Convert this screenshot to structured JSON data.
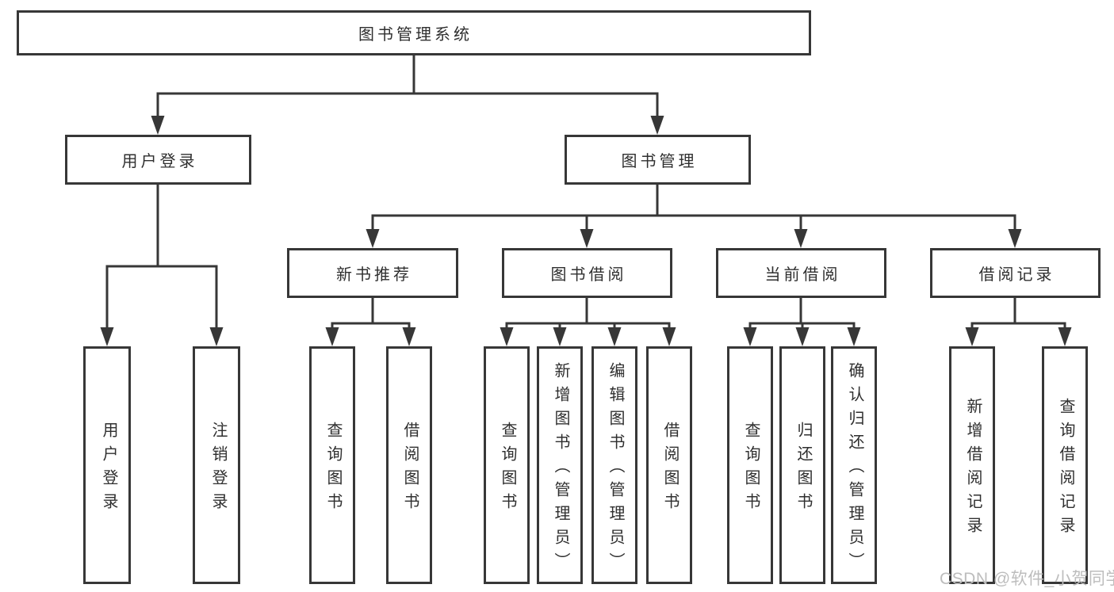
{
  "root": {
    "label": "图书管理系统"
  },
  "branches": [
    {
      "label": "用户登录",
      "children": [
        {
          "label": "用户登录"
        },
        {
          "label": "注销登录"
        }
      ]
    },
    {
      "label": "图书管理",
      "groups": [
        {
          "label": "新书推荐",
          "children": [
            {
              "label": "查询图书"
            },
            {
              "label": "借阅图书"
            }
          ]
        },
        {
          "label": "图书借阅",
          "children": [
            {
              "label": "查询图书"
            },
            {
              "label": "新增图书（管理员）"
            },
            {
              "label": "编辑图书（管理员）"
            },
            {
              "label": "借阅图书"
            }
          ]
        },
        {
          "label": "当前借阅",
          "children": [
            {
              "label": "查询图书"
            },
            {
              "label": "归还图书"
            },
            {
              "label": "确认归还（管理员）"
            }
          ]
        },
        {
          "label": "借阅记录",
          "children": [
            {
              "label": "新增借阅记录"
            },
            {
              "label": "查询借阅记录"
            }
          ]
        }
      ]
    }
  ],
  "watermark": {
    "text": "CSDN @软件_小贺同学"
  },
  "colors": {
    "line": "#373737",
    "box_border": "#373737",
    "text": "#2f2f2f",
    "watermark": "#bdbdbd",
    "background": "#ffffff"
  }
}
